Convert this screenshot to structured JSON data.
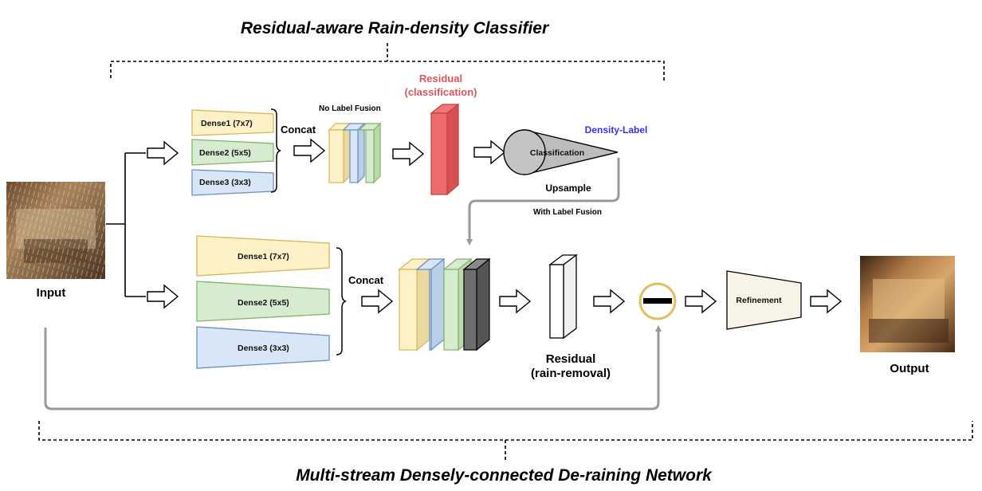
{
  "colors": {
    "dense1": "#fdf2c7",
    "dense2": "#d7ebd0",
    "dense3": "#d8e6f7",
    "dense1_stroke": "#d6b656",
    "dense2_stroke": "#82b366",
    "dense3_stroke": "#6c8ebf",
    "residual_classification": "#e05555",
    "density_label": "#3333ee",
    "subtract_ring": "#e0c060",
    "refinement": "#f7f3e6",
    "gray_arrow": "#999999",
    "cone": "#bdbdbd"
  },
  "titles": {
    "top": "Residual-aware  Rain-density Classifier",
    "bottom": "Multi-stream Densely-connected De-raining Network"
  },
  "io": {
    "input_label": "Input",
    "output_label": "Output",
    "input_image_icon": "rainy-scene-image",
    "output_image_icon": "derained-scene-image"
  },
  "classifier": {
    "dense": [
      "Dense1 (7x7)",
      "Dense2 (5x5)",
      "Dense3 (3x3)"
    ],
    "concat": "Concat",
    "no_label_fusion": "No Label Fusion",
    "residual_line1": "Residual",
    "residual_line2": "(classification)",
    "classification": "Classification",
    "density_label": "Density-Label",
    "upsample": "Upsample",
    "with_label_fusion": "With Label Fusion"
  },
  "derain": {
    "dense": [
      "Dense1 (7x7)",
      "Dense2 (5x5)",
      "Dense3 (3x3)"
    ],
    "concat": "Concat",
    "residual_line1": "Residual",
    "residual_line2": "(rain-removal)",
    "subtract_icon": "minus-icon",
    "refinement": "Refinement"
  }
}
